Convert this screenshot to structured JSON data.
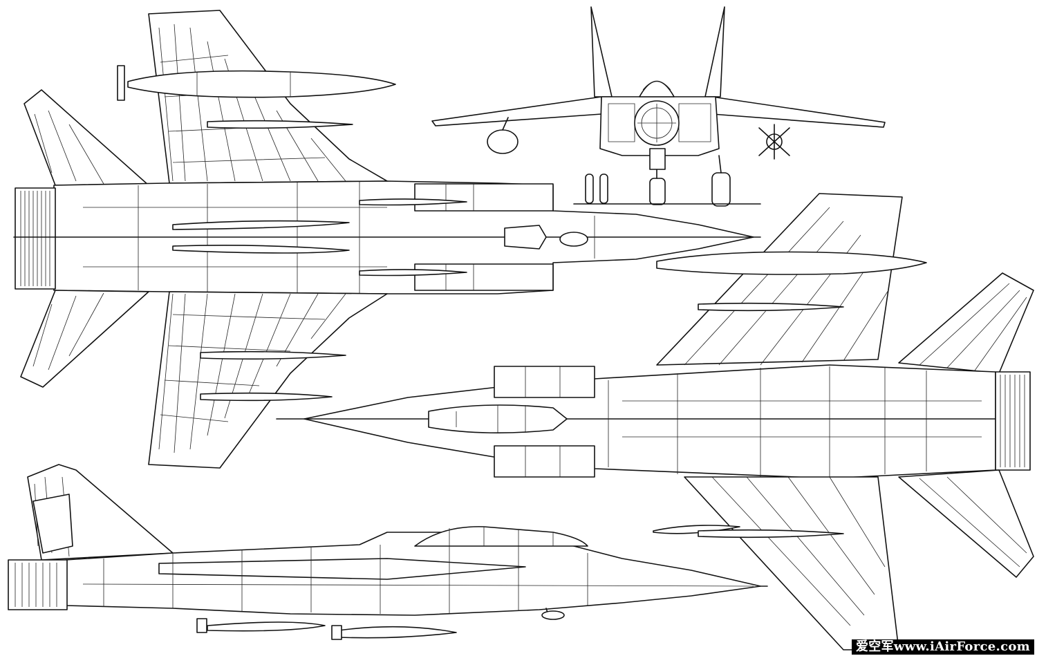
{
  "watermark": {
    "text": "爱空军www.iAirForce.com"
  },
  "views": [
    "top-view",
    "front-view",
    "bottom-view",
    "side-view"
  ],
  "colors": {
    "line": "#111111",
    "background": "#ffffff",
    "watermark_bg": "#000000",
    "watermark_text": "#ffffff"
  }
}
